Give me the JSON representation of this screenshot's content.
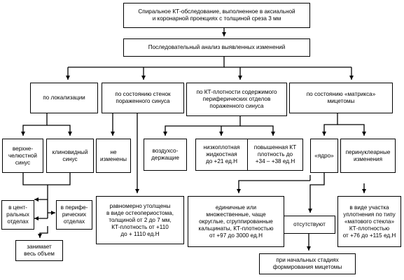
{
  "nodes": {
    "top": "Спиральное КТ-обследование, выполненное в аксиальной\nи коронарной проекциях с толщиной среза 3 мм",
    "analysis": "Последовательный анализ выявленных изменений",
    "by_location": "по локализации",
    "by_wall": "по состоянию стенок\nпораженного синуса",
    "by_density": "по КТ-плотности содержимого\nпериферических отделов\nпораженного синуса",
    "by_matrix": "по состоянию «матрикса»\nмицетомы",
    "maxillary": "верхне-\nчелюстной\nсинус",
    "sphenoid": "клиновидный\nсинус",
    "unchanged": "не\nизменены",
    "air": "воздухсо-\nдержащие",
    "low_density": "низкоплотная\nжидкостная\nдо +21 ед.Н",
    "high_density": "повышенная КТ\nплотность до\n+34 – +38 ед.Н",
    "core": "«ядро»",
    "perinuclear": "перинуклеарные\nизменения",
    "central": "в цент-\nральных\nотделах",
    "peripheral": "в перифе-\nрических\nотделах",
    "whole": "занимает\nвесь объем",
    "thickened": "равномерно утолщены\nв виде остеопериостома,\nтолщиной от 2 до 7 мм,\nКТ-плотность от +110\nдо + 1110 ед.Н",
    "calcinates": "единичные или\nмножественные, чаще\nокруглые, сгруппированные\nкальцинаты, КТ-плотностью\nот +97 до 3000 ед.Н",
    "absent": "отсутствуют",
    "early": "при начальных стадиях\nформирования мицетомы",
    "frosted": "в виде участка\nуплотнения по типу\n«матового стекла»\nКТ-плотностью\nот +76 до +115 ед.Н"
  }
}
